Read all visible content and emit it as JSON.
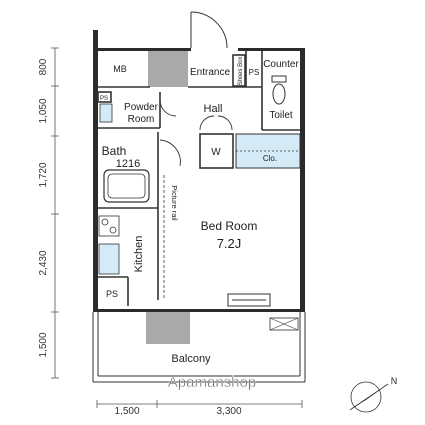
{
  "rooms": {
    "mb": "MB",
    "entrance": "Entrance",
    "shoes_box": "Shoes Box",
    "ps_top": "PS",
    "counter": "Counter",
    "ps_left": "PS",
    "powder_room_line1": "Powder",
    "powder_room_line2": "Room",
    "hall": "Hall",
    "toilet": "Toilet",
    "bath_line1": "Bath",
    "bath_line2": "1216",
    "washer": "W",
    "closet": "Clo.",
    "picture_rail": "Picture rail",
    "bedroom": "Bed Room",
    "bedroom_size": "7.2J",
    "kitchen": "Kitchen",
    "ps_bottom": "PS",
    "balcony": "Balcony"
  },
  "watermark": "Apamanshop",
  "dimensions": {
    "vertical": [
      "800",
      "1,050",
      "1,720",
      "2,430",
      "1,500"
    ],
    "horizontal": [
      "1,500",
      "3,300"
    ]
  },
  "compass": {
    "label": "N"
  },
  "colors": {
    "accent_blue": "#d4ebf7",
    "shade_gray": "#a9a9a9",
    "wall": "#2b2b2b"
  }
}
